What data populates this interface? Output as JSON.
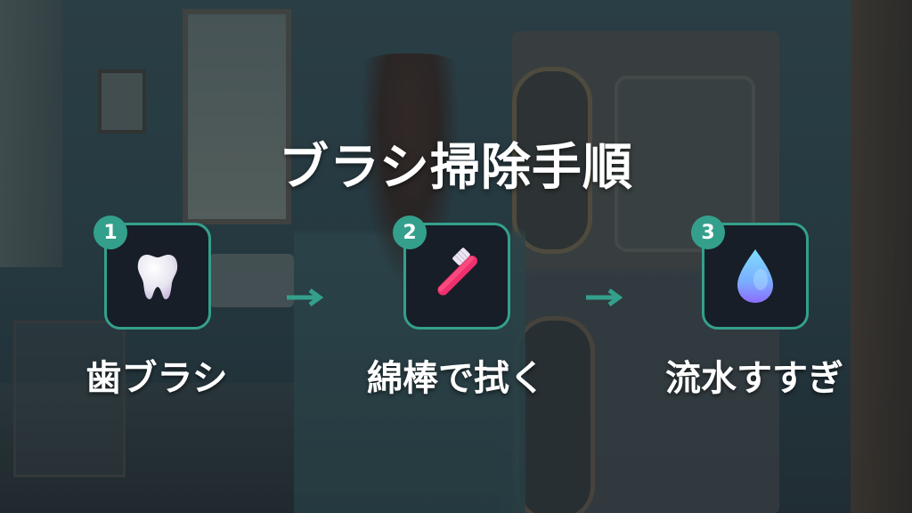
{
  "title": "ブラシ掃除手順",
  "accent_color": "#34a08c",
  "card_bg_color": "#171e27",
  "steps": [
    {
      "number": "1",
      "icon": "tooth-icon",
      "label": "歯ブラシ"
    },
    {
      "number": "2",
      "icon": "toothbrush-icon",
      "label": "綿棒で拭く"
    },
    {
      "number": "3",
      "icon": "water-drop-icon",
      "label": "流水すすぎ"
    }
  ],
  "arrows": [
    "arrow-right-icon",
    "arrow-right-icon"
  ]
}
